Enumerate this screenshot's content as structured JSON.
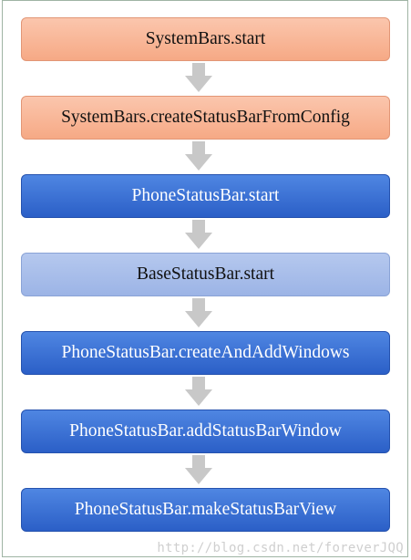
{
  "diagram": {
    "steps": [
      {
        "label": "SystemBars.start",
        "style": "orange"
      },
      {
        "label": "SystemBars.createStatusBarFromConfig",
        "style": "orange"
      },
      {
        "label": "PhoneStatusBar.start",
        "style": "blue"
      },
      {
        "label": "BaseStatusBar.start",
        "style": "light"
      },
      {
        "label": "PhoneStatusBar.createAndAddWindows",
        "style": "blue"
      },
      {
        "label": "PhoneStatusBar.addStatusBarWindow",
        "style": "blue"
      },
      {
        "label": "PhoneStatusBar.makeStatusBarView",
        "style": "blue"
      }
    ]
  },
  "colors": {
    "orange_fill": "#f7b08f",
    "blue_fill": "#3a6fd6",
    "light_fill": "#a8bfea",
    "arrow_fill": "#c8c8c8"
  },
  "watermark": "http://blog.csdn.net/foreverJQQ"
}
